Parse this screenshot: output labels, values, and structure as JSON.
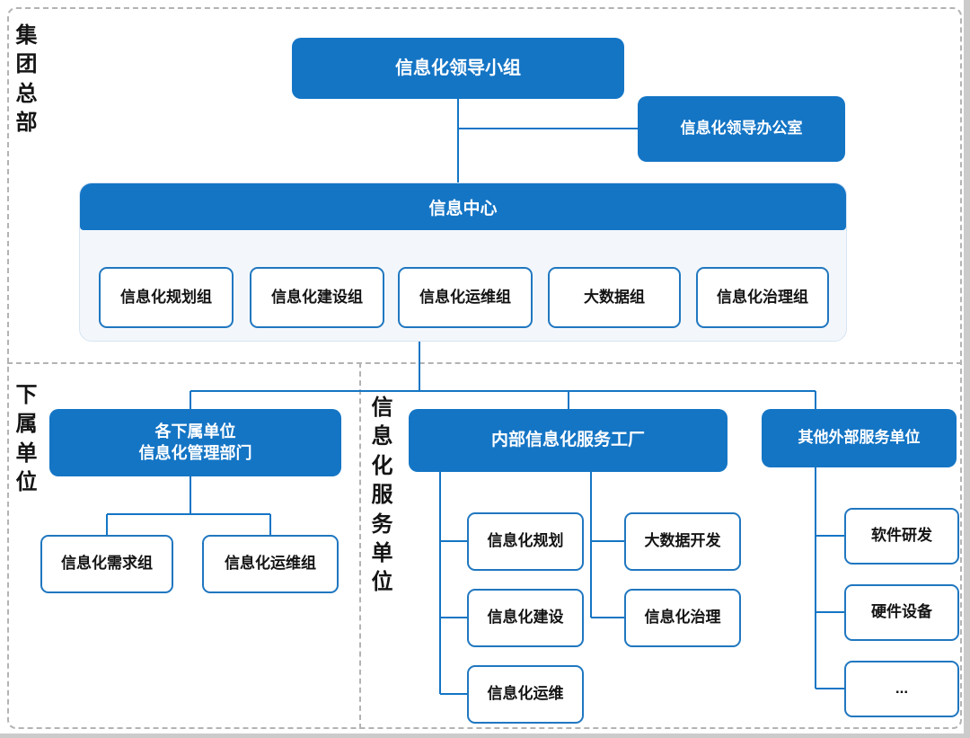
{
  "section_labels": {
    "headquarters": "集团总部",
    "subordinate": "下属单位",
    "service": "信息化服务单位"
  },
  "hq": {
    "leadership_group": "信息化领导小组",
    "leadership_office": "信息化领导办公室",
    "info_center": "信息中心",
    "teams": [
      "信息化规划组",
      "信息化建设组",
      "信息化运维组",
      "大数据组",
      "信息化治理组"
    ]
  },
  "sub": {
    "management_dept": "各下属单位\n信息化管理部门",
    "teams": [
      "信息化需求组",
      "信息化运维组"
    ]
  },
  "svc": {
    "internal_factory": "内部信息化服务工厂",
    "internal_left": [
      "信息化规划",
      "信息化建设",
      "信息化运维"
    ],
    "internal_right": [
      "大数据开发",
      "信息化治理"
    ],
    "external_unit": "其他外部服务单位",
    "external_services": [
      "软件研发",
      "硬件设备",
      "..."
    ]
  },
  "colors": {
    "primary_blue": "#1475c5",
    "box_border_blue": "#2077c0",
    "panel_background": "#f3f7fb",
    "dashed_border_gray": "#b3b3b3"
  }
}
